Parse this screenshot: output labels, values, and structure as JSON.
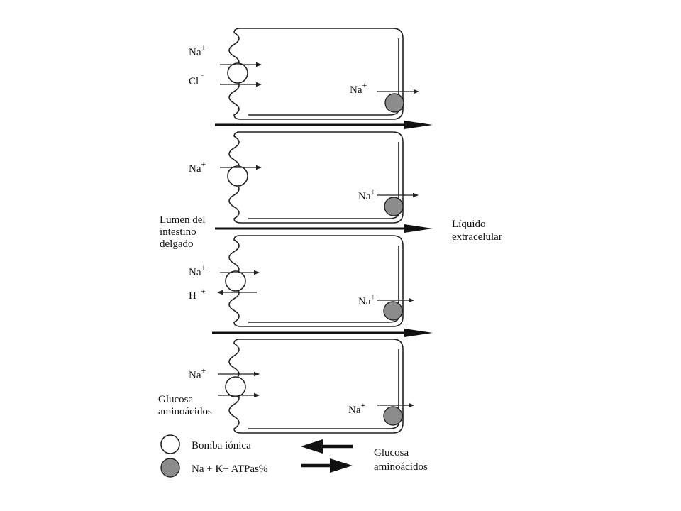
{
  "ions": {
    "na": "Na",
    "plus": "+",
    "cl": "Cl",
    "minus": "-",
    "h": "H"
  },
  "labels": {
    "lumen_line1": "Lumen del",
    "lumen_line2": "intestino",
    "lumen_line3": "delgado",
    "ecf_line1": "Líquido",
    "ecf_line2": "extracelular",
    "glucose_line1": "Glucosa",
    "glucose_line2": "aminoácidos"
  },
  "legend": {
    "pump_label": "Bomba iónica",
    "atpase_label": "Na + K+ ATPas%",
    "flow_line1": "Glucosa",
    "flow_line2": "aminoácidos"
  },
  "colors": {
    "ink": "#222222",
    "atpase_fill": "#8c8c8c",
    "pump_fill": "#ffffff"
  }
}
